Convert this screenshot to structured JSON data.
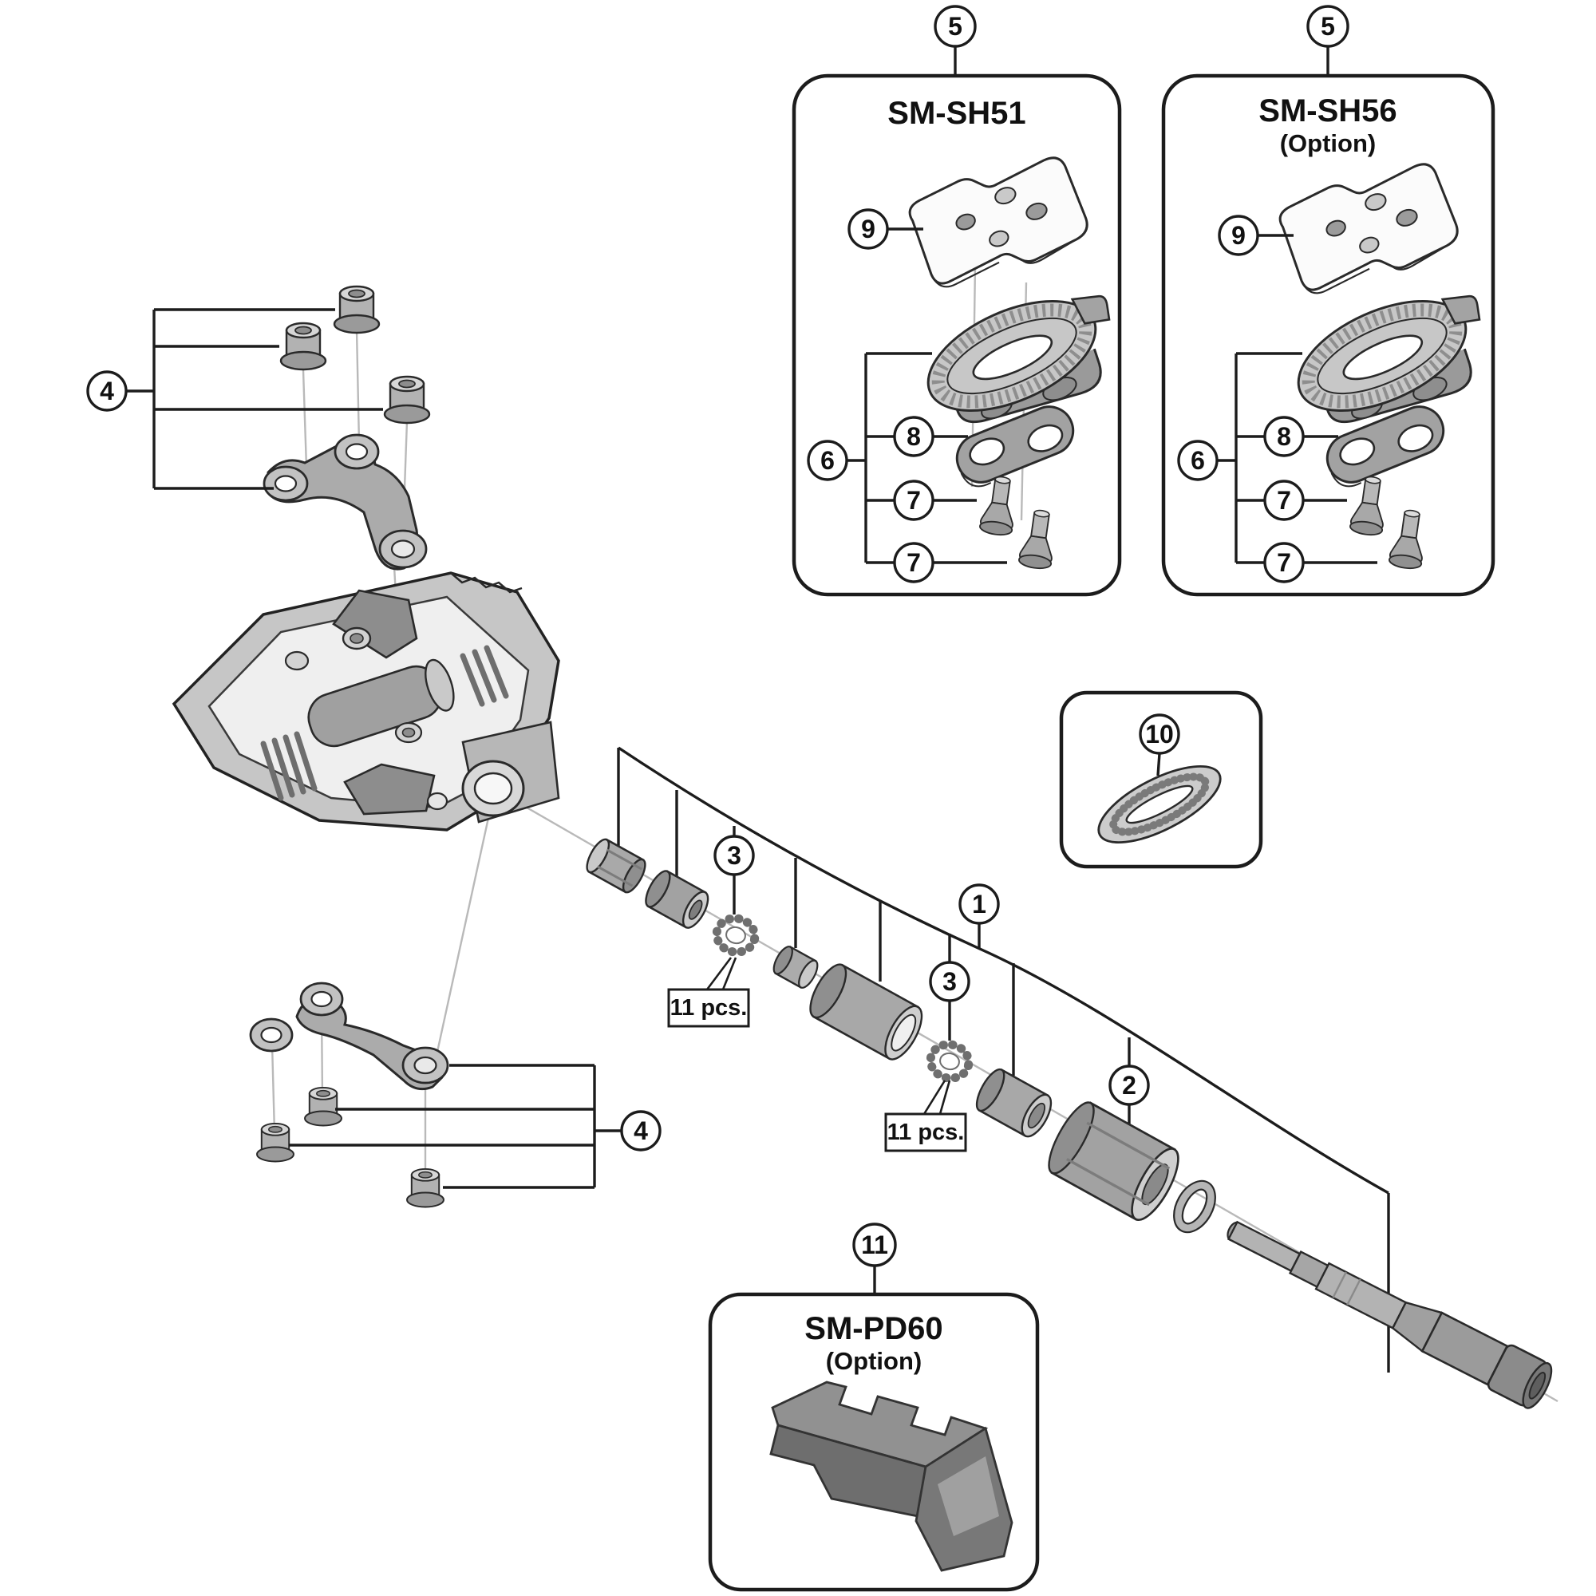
{
  "diagram": {
    "boxes": {
      "sh51": {
        "title": "SM-SH51"
      },
      "sh56": {
        "title": "SM-SH56",
        "subtitle": "(Option)"
      },
      "pd60": {
        "title": "SM-PD60",
        "subtitle": "(Option)"
      }
    },
    "labels": {
      "pcs_a": "11 pcs.",
      "pcs_b": "11 pcs."
    },
    "callouts": {
      "c1": "1",
      "c2": "2",
      "c3a": "3",
      "c3b": "3",
      "c4a": "4",
      "c4b": "4",
      "c5a": "5",
      "c5b": "5",
      "c6a": "6",
      "c6b": "6",
      "c7a1": "7",
      "c7a2": "7",
      "c7b1": "7",
      "c7b2": "7",
      "c8a": "8",
      "c8b": "8",
      "c9a": "9",
      "c9b": "9",
      "c10": "10",
      "c11": "11"
    }
  }
}
